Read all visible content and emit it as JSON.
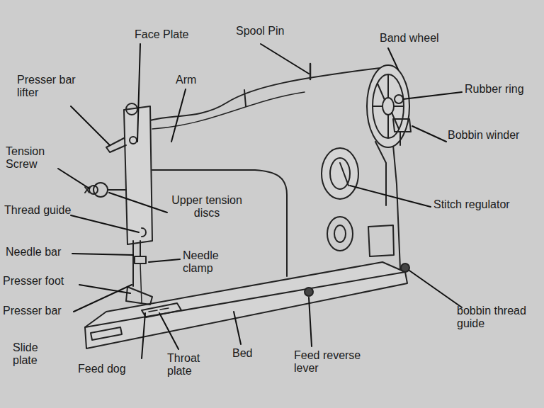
{
  "diagram": {
    "labels": [
      "Face Plate",
      "Spool Pin",
      "Band wheel",
      "Presser bar lifter",
      "Arm",
      "Rubber ring",
      "Bobbin winder",
      "Tension Screw",
      "Thread guide",
      "Upper tension discs",
      "Stitch regulator",
      "Needle bar",
      "Needle clamp",
      "Presser foot",
      "Presser bar",
      "bobbin thread guide",
      "Slide plate",
      "Bed",
      "Feed dog",
      "Throat plate",
      "Feed reverse lever"
    ]
  }
}
